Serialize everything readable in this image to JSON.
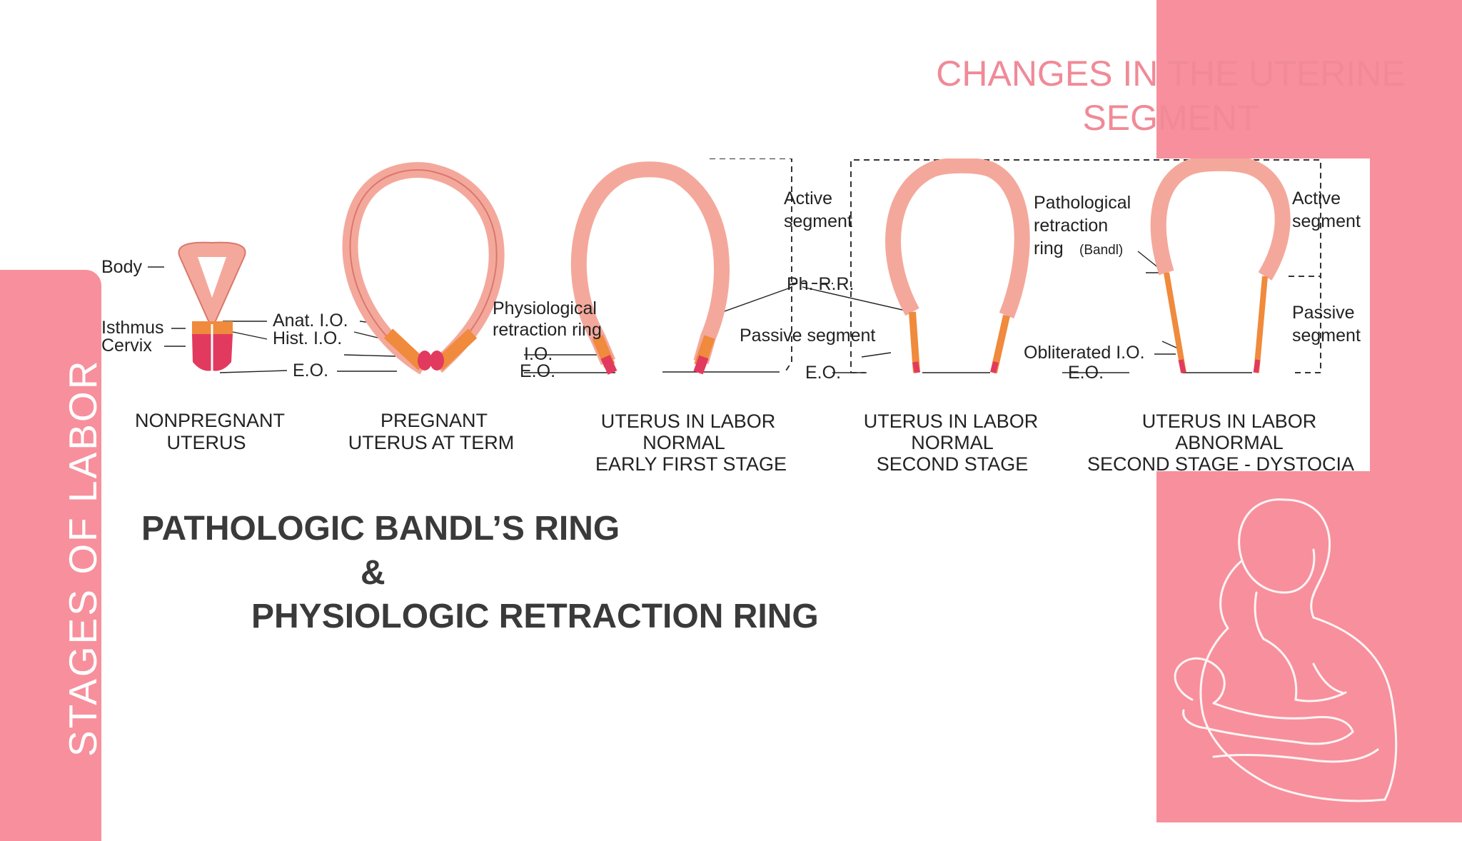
{
  "slide": {
    "title_line1": "CHANGES IN THE UTERINE",
    "title_line2": "SEGMENT",
    "side_title": "STAGES OF LABOR",
    "heading_line1": "PATHOLOGIC BANDL’S RING",
    "heading_line2": "&",
    "heading_line3": "PHYSIOLOGIC RETRACTION RING"
  },
  "colors": {
    "accent_pink": "#f7909c",
    "title_pink": "#f08a97",
    "uterus_body": "#f4a89b",
    "lower_segment": "#f08a3c",
    "cervix": "#e23a5e"
  },
  "diagram": {
    "labels": {
      "body": "Body",
      "isthmus": "Isthmus",
      "cervix": "Cervix",
      "anat_io": "Anat. I.O.",
      "hist_io": "Hist. I.O.",
      "eo_1": "E.O.",
      "physiological": "Physiological",
      "retraction_ring": "retraction ring",
      "io_2": "I.O.",
      "eo_2": "E.O.",
      "active_1": "Active",
      "segment_1": "segment",
      "ph_rr": "Ph. R.R.",
      "passive_segment": "Passive segment",
      "eo_3": "E.O.",
      "pathological": "Pathological",
      "retraction": "retraction",
      "ring": "ring",
      "bandl": "(Bandl)",
      "obliterated_io": "Obliterated I.O.",
      "eo_4": "E.O.",
      "active_2": "Active",
      "segment_2": "segment",
      "passive_2": "Passive",
      "segment_3": "segment"
    },
    "captions": [
      [
        "NONPREGNANT",
        "UTERUS"
      ],
      [
        "PREGNANT",
        "UTERUS AT TERM"
      ],
      [
        "UTERUS IN LABOR",
        "NORMAL",
        "EARLY FIRST STAGE"
      ],
      [
        "UTERUS IN LABOR",
        "NORMAL",
        "SECOND STAGE"
      ],
      [
        "UTERUS IN LABOR",
        "ABNORMAL",
        "SECOND STAGE - DYSTOCIA"
      ]
    ]
  },
  "icons": {
    "illustration": "mother-breastfeeding-line-icon"
  }
}
